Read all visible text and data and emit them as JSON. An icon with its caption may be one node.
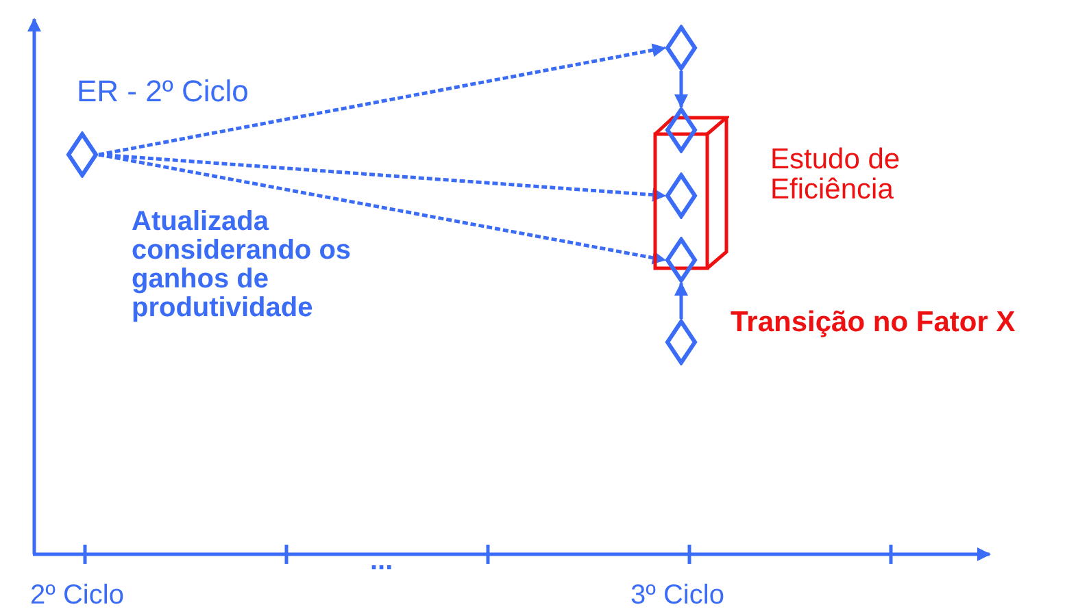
{
  "diagram": {
    "nodes": [
      {
        "text": [],
        "shape": "diamond"
      },
      {
        "text": [],
        "shape": "diamond"
      },
      {
        "text": [],
        "shape": "box",
        "beside": [
          "Estudo de Eficiência"
        ]
      },
      {
        "text": [],
        "shape": "diamond"
      },
      {
        "text": [],
        "shape": "diamond",
        "in": 2
      },
      {
        "text": [],
        "shape": "diamond"
      },
      {
        "text": [],
        "shape": "diamond",
        "beside": [
          "Transição no Fator X"
        ]
      }
    ],
    "edges": [
      {
        "from": 0,
        "to": 1,
        "arrow": "to",
        "style": "dashed"
      },
      {
        "from": 0,
        "to": 4,
        "arrow": "to",
        "style": "dashed"
      },
      {
        "from": 0,
        "to": 5,
        "arrow": "to",
        "style": "dashed"
      },
      {
        "from": 1,
        "to": 3,
        "arrow": "to"
      },
      {
        "from": 6,
        "to": 5,
        "arrow": "to"
      }
    ],
    "labels": [
      "ER - 2º Ciclo",
      "Atualizada considerando os ganhos de produtividade",
      "2º Ciclo",
      "...",
      "3º Ciclo"
    ]
  }
}
